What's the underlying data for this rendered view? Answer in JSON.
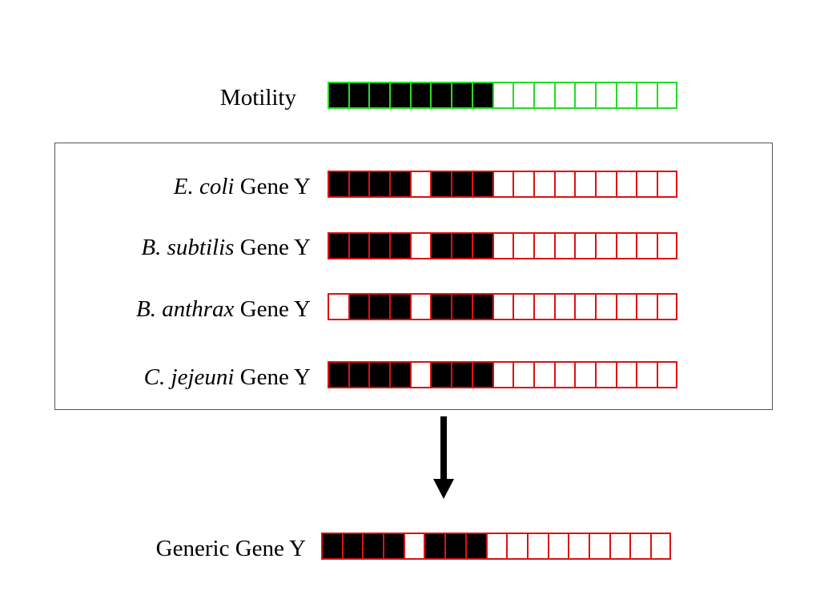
{
  "colors": {
    "motility_outline": "#22dd22",
    "gene_outline": "#dd1111",
    "filled": "#000000",
    "empty": "#ffffff"
  },
  "motility": {
    "label": "Motility",
    "cells": [
      1,
      1,
      1,
      1,
      1,
      1,
      1,
      1,
      0,
      0,
      0,
      0,
      0,
      0,
      0,
      0,
      0
    ]
  },
  "genes": [
    {
      "species": "E. coli",
      "suffix": " Gene Y",
      "cells": [
        1,
        1,
        1,
        1,
        0,
        1,
        1,
        1,
        0,
        0,
        0,
        0,
        0,
        0,
        0,
        0,
        0
      ]
    },
    {
      "species": "B. subtilis",
      "suffix": " Gene Y",
      "cells": [
        1,
        1,
        1,
        1,
        0,
        1,
        1,
        1,
        0,
        0,
        0,
        0,
        0,
        0,
        0,
        0,
        0
      ]
    },
    {
      "species": "B. anthrax",
      "suffix": " Gene Y",
      "cells": [
        0,
        1,
        1,
        1,
        0,
        1,
        1,
        1,
        0,
        0,
        0,
        0,
        0,
        0,
        0,
        0,
        0
      ]
    },
    {
      "species": "C. jejeuni",
      "suffix": " Gene Y",
      "cells": [
        1,
        1,
        1,
        1,
        0,
        1,
        1,
        1,
        0,
        0,
        0,
        0,
        0,
        0,
        0,
        0,
        0
      ]
    }
  ],
  "generic": {
    "label": "Generic Gene Y",
    "cells": [
      1,
      1,
      1,
      1,
      0,
      1,
      1,
      1,
      0,
      0,
      0,
      0,
      0,
      0,
      0,
      0,
      0
    ]
  },
  "arrow_icon": "down-arrow-icon"
}
